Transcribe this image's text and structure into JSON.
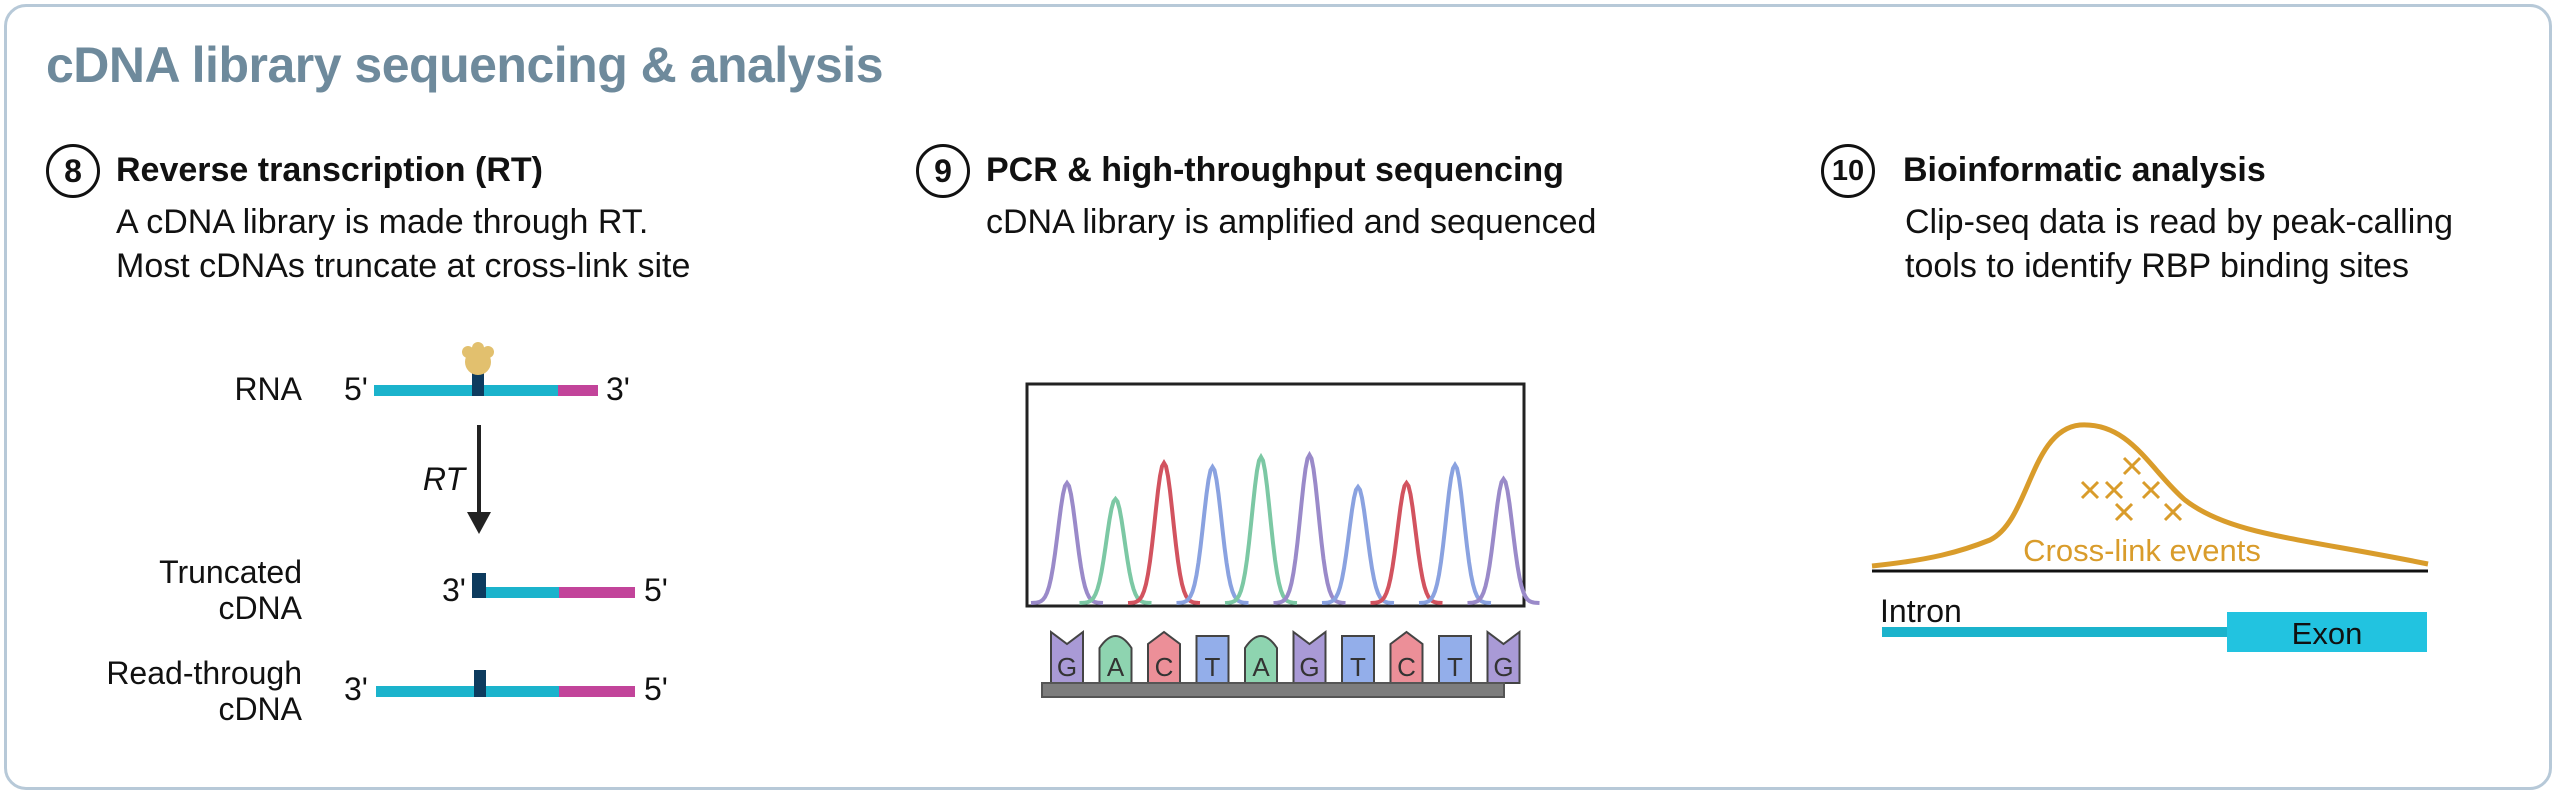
{
  "header": {
    "title": "cDNA library sequencing & analysis"
  },
  "steps": [
    {
      "number": "8",
      "title": "Reverse transcription (RT)",
      "desc": [
        "A cDNA library is made through RT.",
        "Most cDNAs truncate at cross-link site"
      ]
    },
    {
      "number": "9",
      "title": "PCR & high-throughput sequencing",
      "desc": [
        "cDNA library is amplified and sequenced"
      ]
    },
    {
      "number": "10",
      "title": "Bioinformatic analysis",
      "desc": [
        "Clip-seq data is read by peak-calling",
        "tools to identify RBP binding sites"
      ]
    }
  ],
  "rt_diagram": {
    "rna_label": "RNA",
    "rt_label": "RT",
    "truncated_label": [
      "Truncated",
      "cDNA"
    ],
    "readthrough_label": [
      "Read-through",
      "cDNA"
    ],
    "five_prime": "5'",
    "three_prime": "3'"
  },
  "sequencing": {
    "bases": [
      "G",
      "A",
      "C",
      "T",
      "A",
      "G",
      "T",
      "C",
      "T",
      "G"
    ],
    "peak_heights": [
      0.6,
      0.52,
      0.7,
      0.68,
      0.73,
      0.74,
      0.58,
      0.6,
      0.69,
      0.62
    ],
    "base_colors": {
      "G": "#a99ad6",
      "A": "#8ed4b0",
      "C": "#ec8f98",
      "T": "#93aeea"
    },
    "trace_colors": {
      "G": "#9a8ac9",
      "A": "#7cc8a4",
      "C": "#d2535f",
      "T": "#8aa2e0"
    }
  },
  "analysis": {
    "cross_link_label": "Cross-link events",
    "intron_label": "Intron",
    "exon_label": "Exon"
  },
  "colors": {
    "rna": "#1bb3cc",
    "exon_region": "#c2449a",
    "crosslink": "#0d3b5e",
    "rbp": "#e2c06e",
    "peak": "#d99c2b",
    "exon_block": "#22c3e0"
  }
}
